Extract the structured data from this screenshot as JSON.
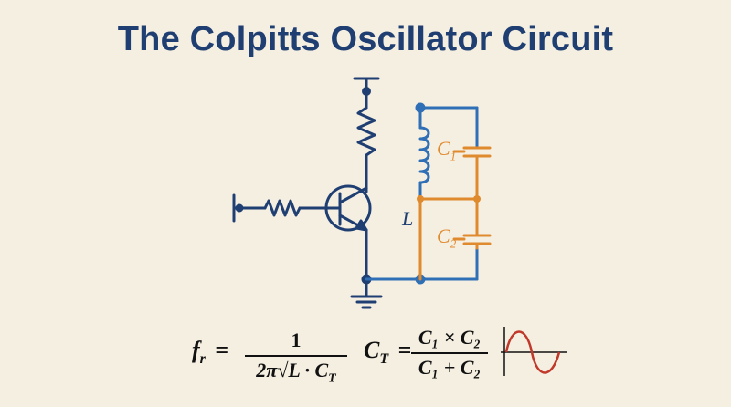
{
  "title": "The Colpitts Oscillator Circuit",
  "labels": {
    "inductor": "L",
    "c1": "C",
    "c1_sub": "1",
    "c2": "C",
    "c2_sub": "2"
  },
  "formulas": {
    "fr_lhs": "f",
    "fr_lhs_sub": "r",
    "fr_eq": "=",
    "fr_num": "1",
    "fr_den": "2π√L · C",
    "fr_den_sub": "T",
    "ct_lhs": "C",
    "ct_lhs_sub": "T",
    "ct_eq": "=",
    "ct_num": "C₁ × C₂",
    "ct_den": "C₁ + C₂"
  },
  "colors": {
    "circuit": "#1f3f73",
    "tank": "#2f6fb5",
    "capacitor": "#e08a2e",
    "sine": "#c0392b"
  }
}
